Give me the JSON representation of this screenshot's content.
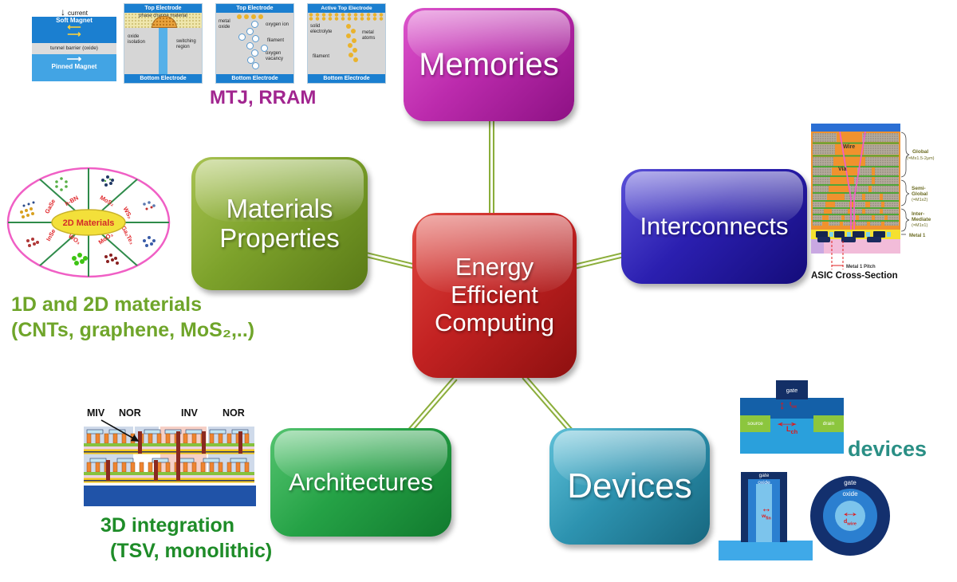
{
  "diagram": {
    "center": {
      "label": "Energy\nEfficient\nComputing"
    },
    "nodes": {
      "memories": "Memories",
      "interconnects": "Interconnects",
      "materials": "Materials\nProperties",
      "architectures": "Architectures",
      "devices": "Devices"
    }
  },
  "captions": {
    "mtj_rram": "MTJ, RRAM",
    "materials_line1": "1D  and 2D materials",
    "materials_line2": "(CNTs, graphene, MoS₂,..)",
    "integration_line1": "3D integration",
    "integration_line2": "(TSV, monolithic)",
    "devices_label": "devices"
  },
  "icons": {
    "down_arrow": "↓",
    "left_long_arrow": "⟵",
    "right_long_arrow": "⟶",
    "v_double_arrow": "↕",
    "h_double_arrow": "↔"
  },
  "memory_cells": {
    "mtj": {
      "current": "current",
      "soft": "Soft Magnet",
      "barrier": "tunnel barrier (oxide)",
      "pinned": "Pinned Magnet"
    },
    "pcm": {
      "top": "Top Electrode",
      "pcm": "phase change material",
      "oxide": "oxide isolation",
      "switching": "switching region",
      "bottom": "Bottom Electrode"
    },
    "rram": {
      "top": "Top Electrode",
      "metal_oxide": "metal oxide",
      "oxygen_ion": "oxygen ion",
      "filament": "filament",
      "vacancy": "oxygen vacancy",
      "bottom": "Bottom Electrode"
    },
    "cbram": {
      "top": "Active Top Electrode",
      "electrolyte": "solid electrolyte",
      "atoms": "metal atoms",
      "filament": "filament",
      "bottom": "Bottom Electrode"
    }
  },
  "materials_oval": {
    "center": "2D Materials",
    "labels": [
      "GaSe",
      "h-BN",
      "MoS₂",
      "WS₂",
      "Ga₂Te₃",
      "MoO₃",
      "WO₃",
      "InSe"
    ]
  },
  "asic": {
    "wire": "Wire",
    "via": "Via",
    "bracket_lines": [
      "Global",
      "(=Mx1.5-2μm)",
      "Semi-",
      "Global",
      "(=M1x2)",
      "Inter-",
      "Mediate",
      "(=M1x1)",
      "Metal 1"
    ],
    "pitch": "Metal 1 Pitch",
    "caption": "ASIC Cross-Section"
  },
  "device_figs": {
    "planar": {
      "gate": "gate",
      "source": "source",
      "drain": "drain",
      "tox_main": "t",
      "tox_sub": "ox",
      "lch_main": "L",
      "lch_sub": "ch"
    },
    "finfet": {
      "gate": "gate",
      "oxide": "oxide",
      "w_main": "w",
      "w_sub": "fin"
    },
    "gaa": {
      "gate": "gate",
      "oxide": "oxide",
      "d_main": "d",
      "d_sub": "wire"
    }
  },
  "integration_fig": {
    "labels": [
      "MIV",
      "NOR",
      "INV",
      "NOR"
    ]
  },
  "colors": {
    "center_node": "#c32222",
    "memories_node": "#bc2bad",
    "interconnects_node": "#2b1fb0",
    "materials_node": "#7da22b",
    "architectures_node": "#25a246",
    "devices_node": "#2d93b0",
    "connector": "#8aad3a",
    "caption_purple": "#a1258f",
    "caption_olive_green": "#6fa52a",
    "caption_dark_green": "#1e8c28",
    "caption_teal": "#2a8f85"
  }
}
